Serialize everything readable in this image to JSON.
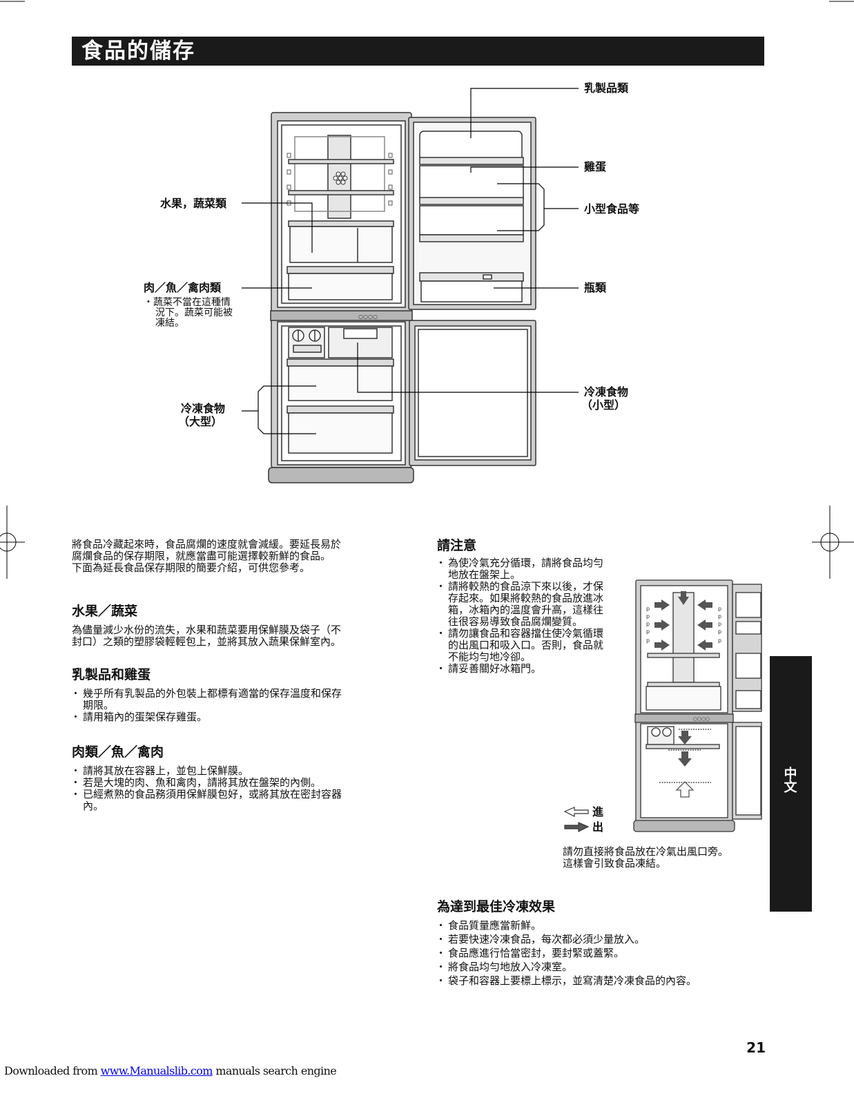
{
  "page": {
    "title": "食品的儲存",
    "page_number": "21",
    "side_tab": "中文"
  },
  "diagram_labels": {
    "dairy": "乳製品類",
    "eggs": "雞蛋",
    "small_food": "小型食品等",
    "fruit_veg": "水果，蔬菜類",
    "meat_fish": "肉／魚／禽肉類",
    "meat_note": [
      "・蔬菜不當在這種情",
      "況下。蔬菜可能被",
      "凍結。"
    ],
    "bottles": "瓶類",
    "frozen_small": [
      "冷凍食物",
      "（小型）"
    ],
    "frozen_large": [
      "冷凍食物",
      "（大型）"
    ]
  },
  "intro": [
    "將食品冷藏起來時，食品腐爛的速度就會減緩。要延長易於",
    "腐爛食品的保存期限，就應當盡可能選擇較新鮮的食品。",
    "下面為延長食品保存期限的簡要介紹，可供您參考。"
  ],
  "fruit_section": {
    "heading": "水果／蔬菜",
    "lines": [
      "為儘量減少水份的流失，水果和蔬菜要用保鮮膜及袋子（不",
      "封口）之類的塑膠袋輕輕包上，並將其放入蔬果保鮮室內。"
    ]
  },
  "dairy_section": {
    "heading": "乳製品和雞蛋",
    "items": [
      [
        "幾乎所有乳製品的外包裝上都標有適當的保存溫度和保存",
        "期限。"
      ],
      [
        "請用箱內的蛋架保存雞蛋。"
      ]
    ]
  },
  "meat_section": {
    "heading": "肉類／魚／禽肉",
    "items": [
      [
        "請將其放在容器上，並包上保鮮膜。"
      ],
      [
        "若是大塊的肉、魚和禽肉，請將其放在盤架的內側。"
      ],
      [
        "已經煮熟的食品務須用保鮮膜包好，或將其放在密封容器",
        "內。"
      ]
    ]
  },
  "caution_section": {
    "heading": "請注意",
    "items": [
      [
        "為使冷氣充分循環，請將食品均勻",
        "地放在盤架上。"
      ],
      [
        "請將較熱的食品涼下來以後，才保",
        "存起來。如果將較熱的食品放進冰",
        "箱，冰箱內的溫度會升高，這樣往",
        "往很容易導致食品腐爛變質。"
      ],
      [
        "請勿讓食品和容器擋住使冷氣循環",
        "的出風口和吸入口。否則，食品就",
        "不能均勻地冷卻。"
      ],
      [
        "請妥善關好冰箱門。"
      ]
    ]
  },
  "airflow_legend": {
    "in": "進",
    "out": "出",
    "note": [
      "請勿直接將食品放在冷氣出風口旁。",
      "這樣會引致食品凍結。"
    ]
  },
  "freeze_section": {
    "heading": "為達到最佳冷凍效果",
    "items": [
      "食品質量應當新鮮。",
      "若要快速冷凍食品，每次都必須少量放入。",
      "食品應進行恰當密封，要封緊或蓋緊。",
      "將食品均勻地放入冷凍室。",
      "袋子和容器上要標上標示，並寫清楚冷凍食品的內容。"
    ]
  },
  "footer": {
    "prefix": "Downloaded from ",
    "link": "www.Manualslib.com",
    "suffix": "  manuals search engine"
  }
}
